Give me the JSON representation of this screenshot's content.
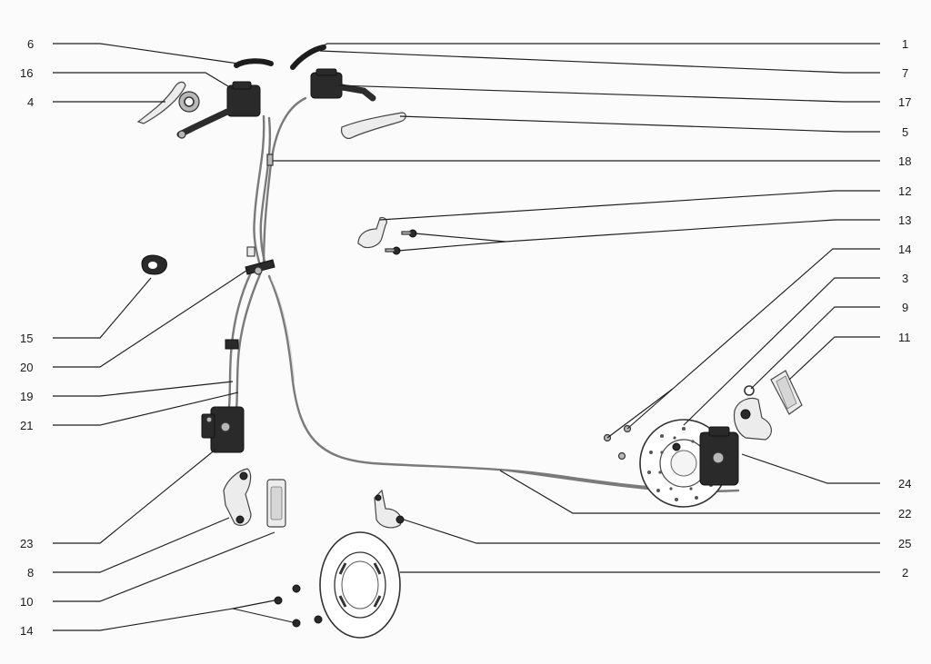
{
  "diagram": {
    "callouts_left": [
      "6",
      "16",
      "4",
      "15",
      "20",
      "19",
      "21",
      "23",
      "8",
      "10",
      "14"
    ],
    "callouts_right": [
      "1",
      "7",
      "17",
      "5",
      "18",
      "12",
      "13",
      "14",
      "3",
      "9",
      "11",
      "24",
      "22",
      "25",
      "2"
    ]
  }
}
